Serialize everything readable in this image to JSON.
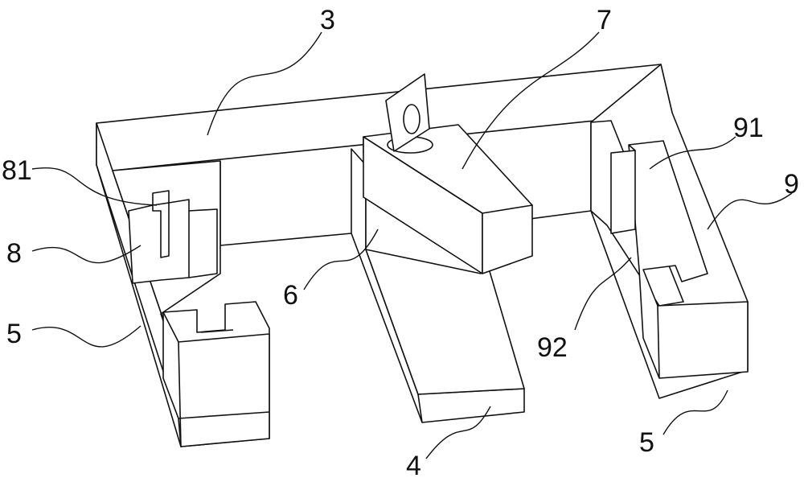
{
  "figure": {
    "labels": {
      "frame_beam": "3",
      "rotary_arm": "7",
      "left_clamp_slot": "81",
      "right_clamp_slot": "91",
      "right_clamp": "9",
      "left_clamp": "8",
      "middle_support": "6",
      "right_clamp_base": "92",
      "left_leg": "5",
      "right_leg": "5",
      "middle_rail": "4"
    }
  }
}
